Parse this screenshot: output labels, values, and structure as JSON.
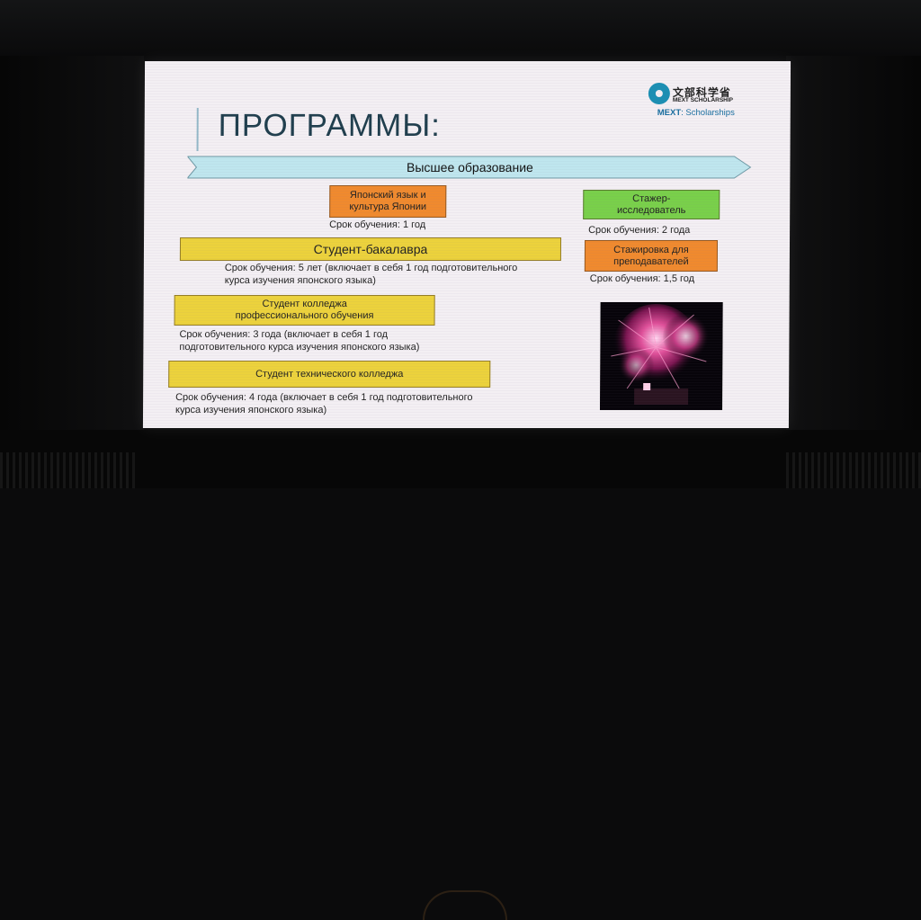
{
  "slide": {
    "title": "ПРОГРАММЫ:",
    "logo": {
      "kanji": "文部科学省",
      "subtitle": "MEXT SCHOLARSHIP",
      "brand_bold": "MEXT",
      "brand_rest": "Scholarships"
    },
    "banner": "Высшее образование",
    "programs": [
      {
        "label": "Японский язык и культура Японии",
        "duration": "Срок обучения: 1 год"
      },
      {
        "label": "Студент-бакалавра",
        "duration": "Срок обучения: 5 лет (включает в себя 1 год подготовительного курса изучения японского языка)"
      },
      {
        "label": "Студент колледжа профессионального обучения",
        "duration": "Срок обучения: 3 года (включает в себя 1 год подготовительного курса изучения японского языка)"
      },
      {
        "label": "Студент технического колледжа",
        "duration": "Срок обучения: 4 года (включает в себя 1 год подготовительного курса изучения японского языка)"
      },
      {
        "label": "Стажер-исследователь",
        "duration": "Срок обучения: 2 года"
      },
      {
        "label": "Стажировка для преподавателей",
        "duration": "Срок обучения: 1,5 год"
      }
    ],
    "colors": {
      "orange": "#f08a2e",
      "yellow": "#ecd23c",
      "green": "#79d04a",
      "banner": "#bfe6ee"
    }
  }
}
